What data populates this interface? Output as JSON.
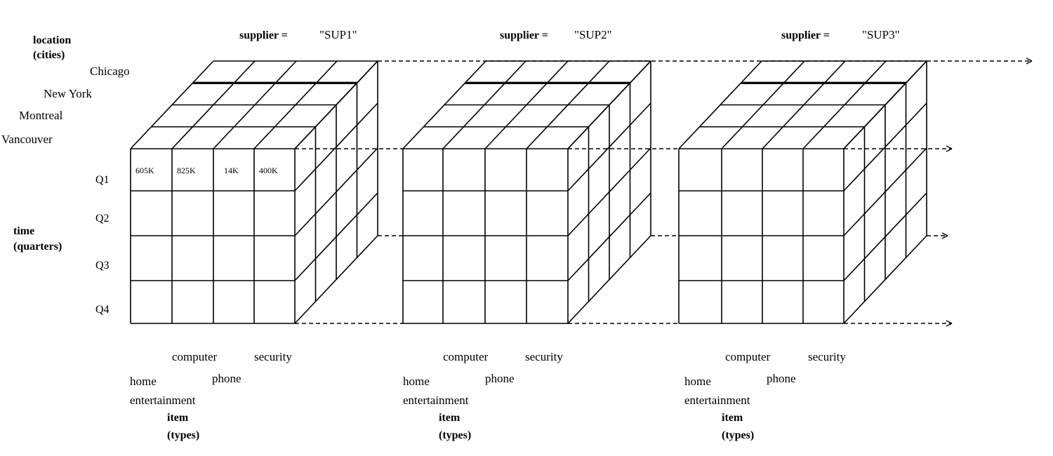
{
  "location_axis": {
    "title_line1": "location",
    "title_line2": "(cities)",
    "cities": [
      "Chicago",
      "New York",
      "Montreal",
      "Vancouver"
    ]
  },
  "time_axis": {
    "title_line1": "time",
    "title_line2": "(quarters)",
    "quarters": [
      "Q1",
      "Q2",
      "Q3",
      "Q4"
    ]
  },
  "item_axis": {
    "title_line1": "item",
    "title_line2": "(types)",
    "types": [
      "home",
      "entertainment",
      "computer",
      "phone",
      "security"
    ]
  },
  "supplier_label": "supplier =",
  "cubes": [
    {
      "supplier": "\"SUP1\"",
      "values": [
        "605K",
        "825K",
        "14K",
        "400K"
      ]
    },
    {
      "supplier": "\"SUP2\"",
      "values": []
    },
    {
      "supplier": "\"SUP3\"",
      "values": []
    }
  ],
  "colors": {
    "line": "#000000",
    "background": "#ffffff"
  }
}
